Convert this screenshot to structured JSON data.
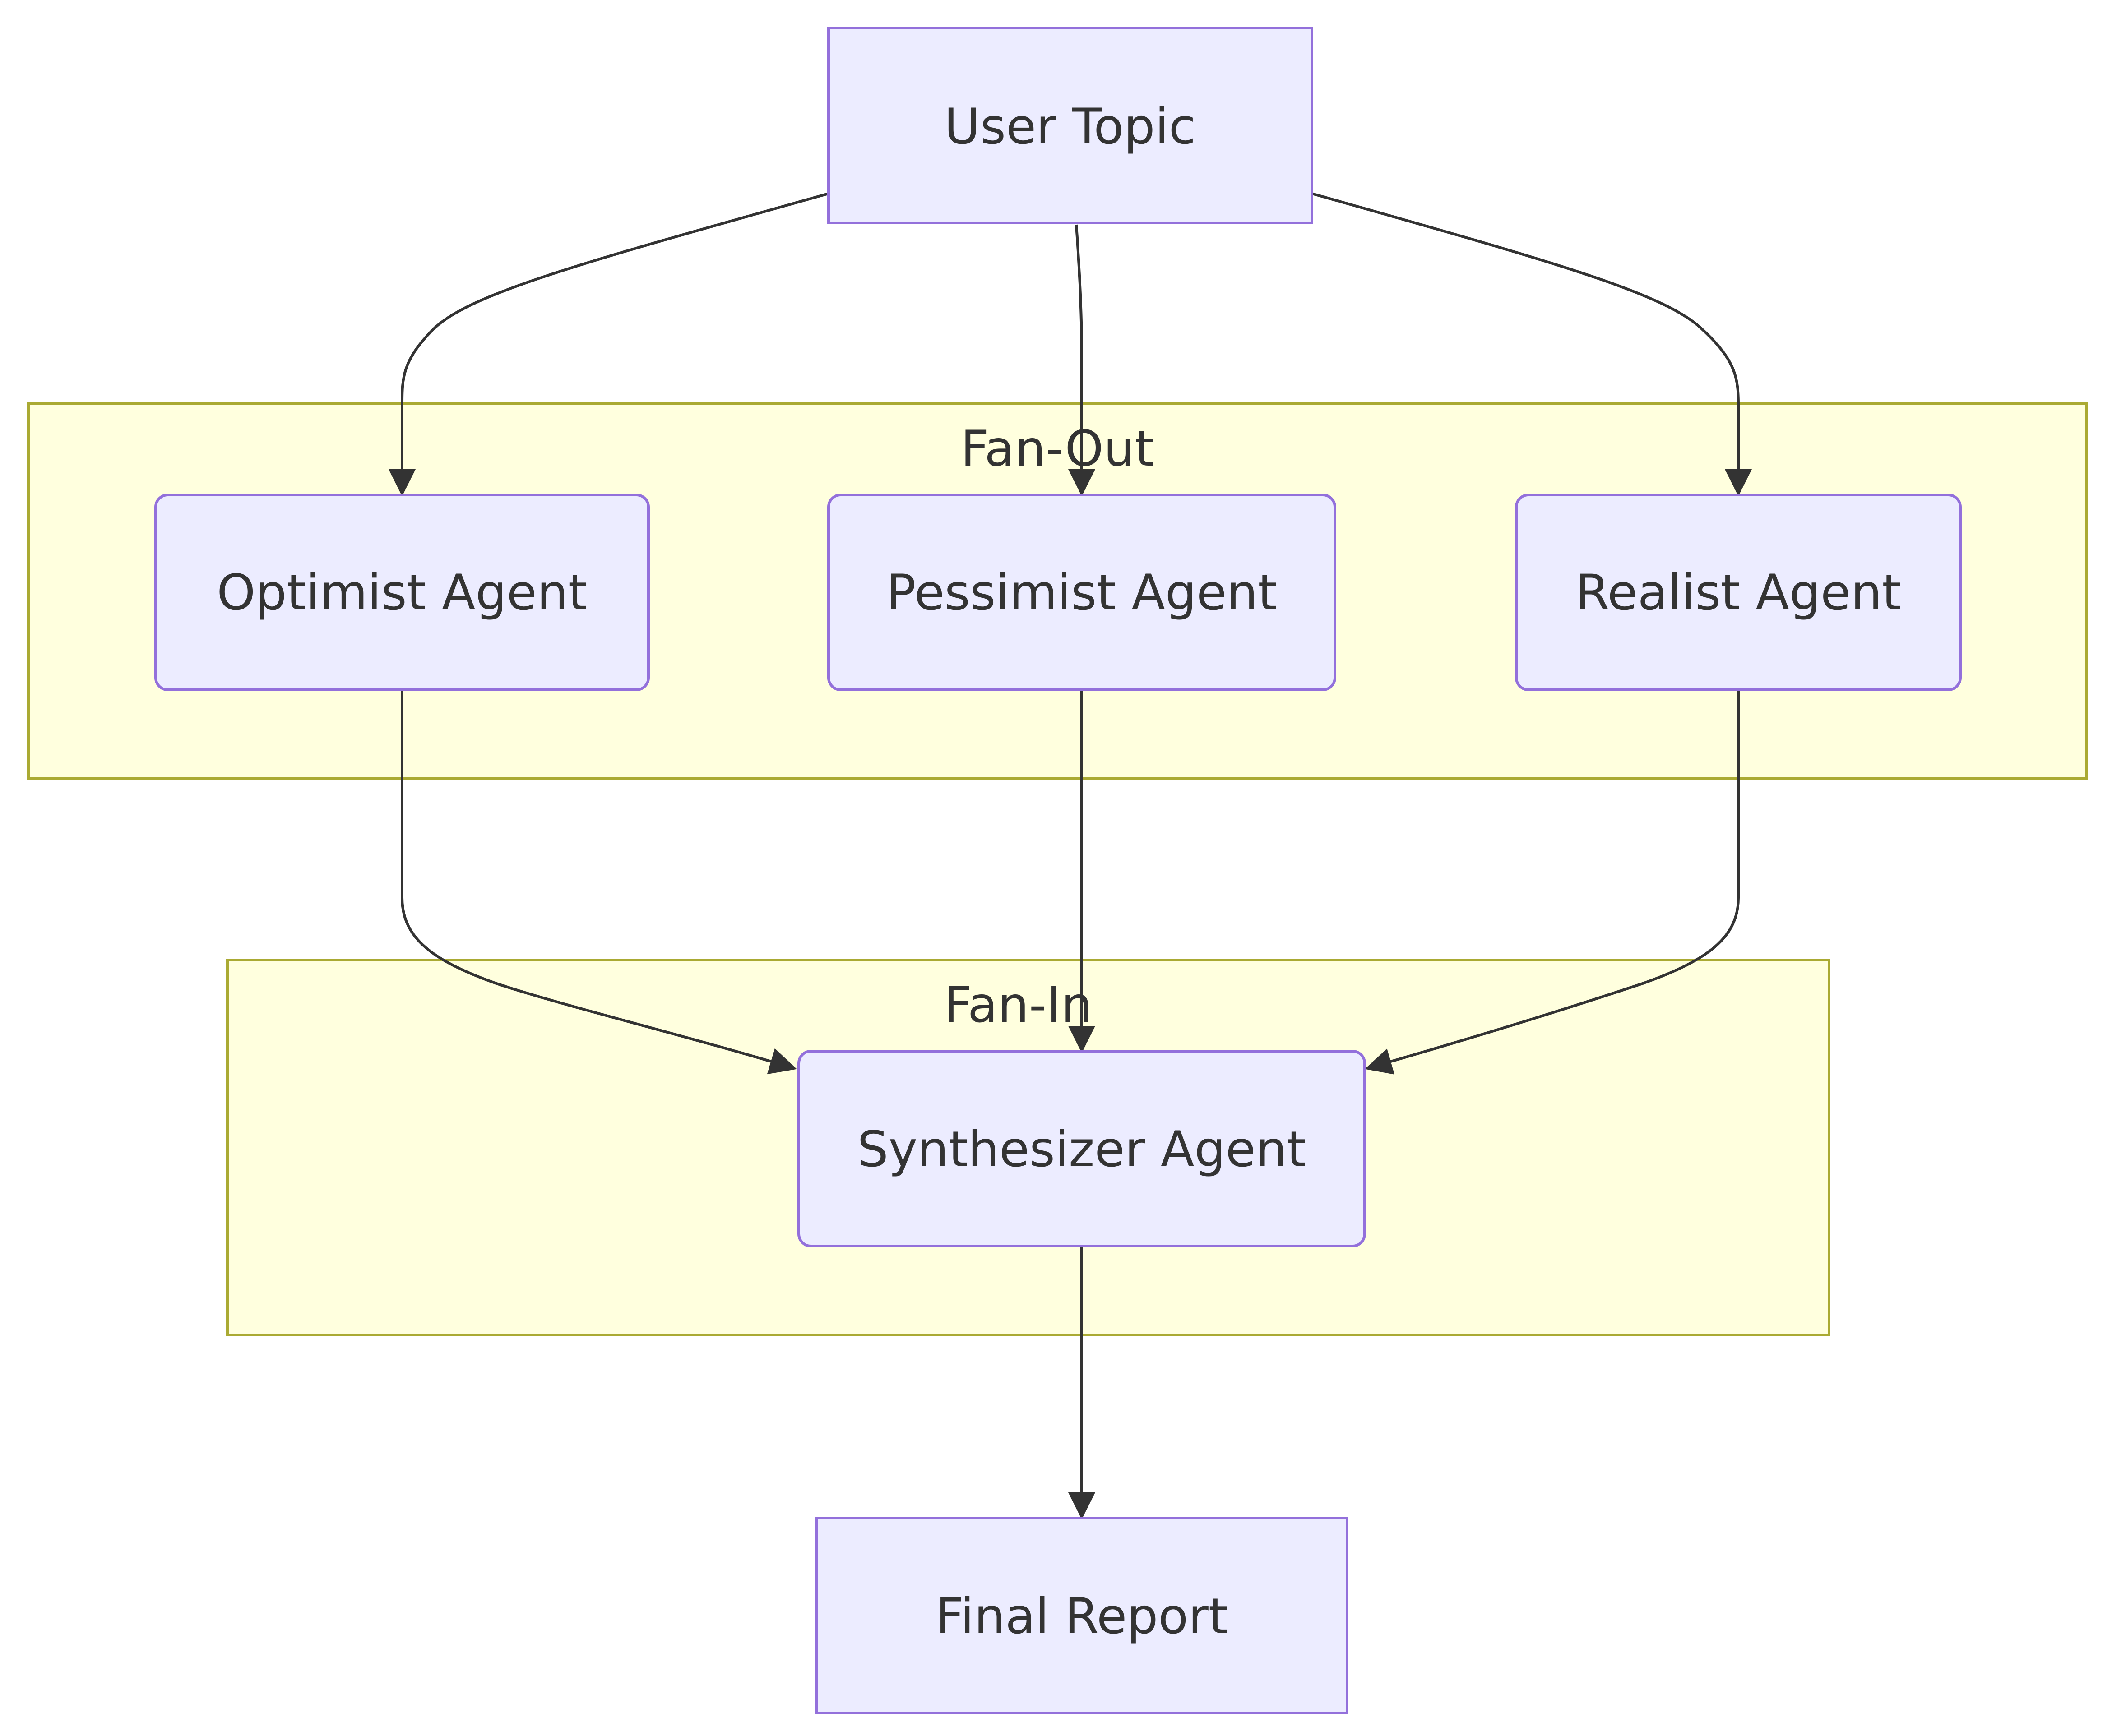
{
  "diagram": {
    "type": "flowchart",
    "colors": {
      "node_fill": "#ececff",
      "node_stroke": "#9370db",
      "cluster_fill": "#ffffde",
      "cluster_stroke": "#aaaa33",
      "edge": "#333333",
      "text": "#333333"
    },
    "clusters": {
      "fan_out": {
        "label": "Fan-Out"
      },
      "fan_in": {
        "label": "Fan-In"
      }
    },
    "nodes": {
      "user_topic": {
        "label": "User Topic",
        "shape": "rectangle"
      },
      "optimist": {
        "label": "Optimist Agent",
        "shape": "rounded-rectangle"
      },
      "pessimist": {
        "label": "Pessimist Agent",
        "shape": "rounded-rectangle"
      },
      "realist": {
        "label": "Realist Agent",
        "shape": "rounded-rectangle"
      },
      "synthesizer": {
        "label": "Synthesizer Agent",
        "shape": "rounded-rectangle"
      },
      "final_report": {
        "label": "Final Report",
        "shape": "rectangle"
      }
    },
    "edges": [
      {
        "from": "user_topic",
        "to": "optimist"
      },
      {
        "from": "user_topic",
        "to": "pessimist"
      },
      {
        "from": "user_topic",
        "to": "realist"
      },
      {
        "from": "optimist",
        "to": "synthesizer"
      },
      {
        "from": "pessimist",
        "to": "synthesizer"
      },
      {
        "from": "realist",
        "to": "synthesizer"
      },
      {
        "from": "synthesizer",
        "to": "final_report"
      }
    ]
  }
}
